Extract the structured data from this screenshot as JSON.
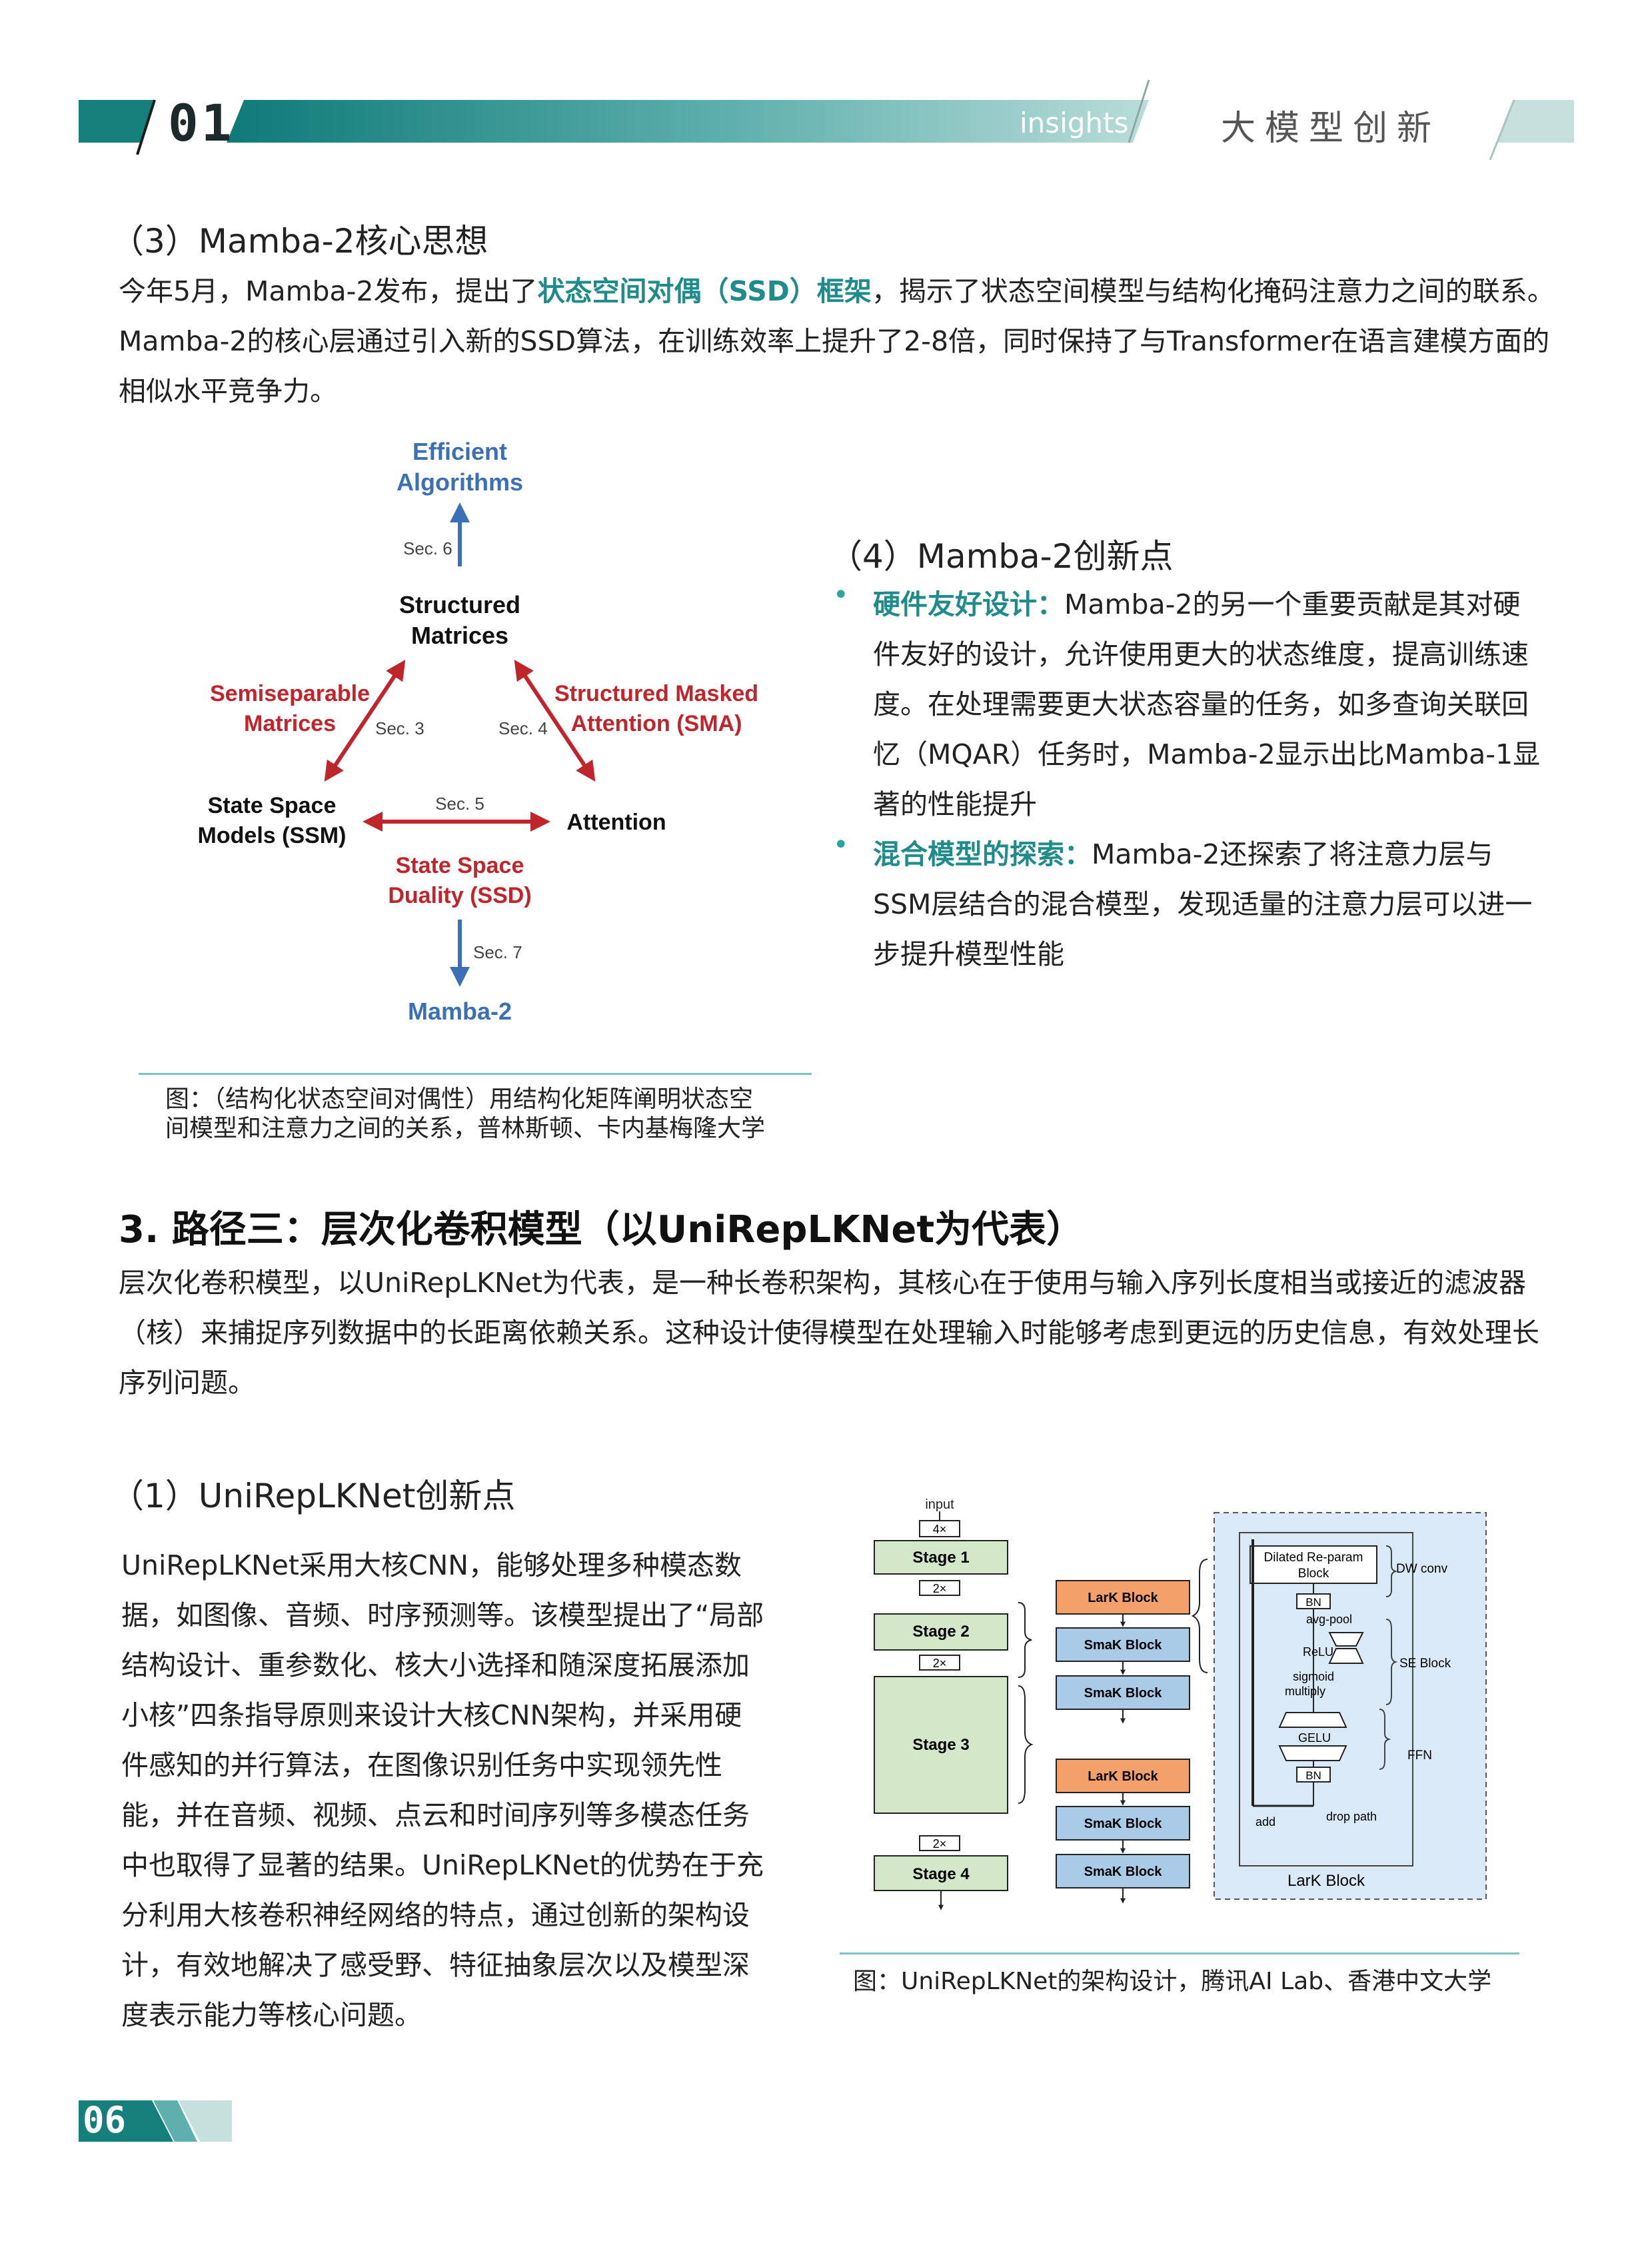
{
  "header": {
    "chapter_no": "01",
    "brand": "insights",
    "section_title": "大模型创新"
  },
  "mamba2_core": {
    "heading": "（3）Mamba-2核心思想",
    "para": {
      "p1": "今年5月，Mamba-2发布，提出了",
      "highlight": "状态空间对偶（SSD）框架",
      "p2": "，揭示了状态空间模型与结构化掩码注意力之间的联系。Mamba-2的核心层通过引入新的SSD算法，在训练效率上提升了2-8倍，同时保持了与Transformer在语言建模方面的相似水平竞争力。"
    }
  },
  "ssd_diagram": {
    "top": [
      "Efficient",
      "Algorithms"
    ],
    "center": [
      "Structured",
      "Matrices"
    ],
    "left_label": [
      "Semiseparable",
      "Matrices"
    ],
    "right_label": [
      "Structured Masked",
      "Attention (SMA)"
    ],
    "ssm": [
      "State Space",
      "Models (SSM)"
    ],
    "attention": "Attention",
    "duality": [
      "State Space",
      "Duality (SSD)"
    ],
    "bottom": "Mamba-2",
    "sec6": "Sec. 6",
    "sec3": "Sec. 3",
    "sec4": "Sec. 4",
    "sec5": "Sec. 5",
    "sec7": "Sec. 7",
    "red": "#c0252b",
    "blue": "#3b6fb6"
  },
  "ssd_caption": {
    "line1": "图：（结构化状态空间对偶性）用结构化矩阵阐明状态空",
    "line2": "间模型和注意力之间的关系，普林斯顿、卡内基梅隆大学"
  },
  "mamba2_innov": {
    "heading": "（4）Mamba-2创新点",
    "bullets": [
      {
        "label": "硬件友好设计：",
        "text": "Mamba-2的另一个重要贡献是其对硬件友好的设计，允许使用更大的状态维度，提高训练速度。在处理需要更大状态容量的任务，如多查询关联回忆（MQAR）任务时，Mamba-2显示出比Mamba-1显著的性能提升"
      },
      {
        "label": "混合模型的探索：",
        "text": "Mamba-2还探索了将注意力层与SSM层结合的混合模型，发现适量的注意力层可以进一步提升模型性能"
      }
    ]
  },
  "path3": {
    "heading": "3. 路径三：层次化卷积模型（以UniRepLKNet为代表）",
    "para": "层次化卷积模型，以UniRepLKNet为代表，是一种长卷积架构，其核心在于使用与输入序列长度相当或接近的滤波器（核）来捕捉序列数据中的长距离依赖关系。这种设计使得模型在处理输入时能够考虑到更远的历史信息，有效处理长序列问题。"
  },
  "unirep": {
    "heading": "（1）UniRepLKNet创新点",
    "para": "UniRepLKNet采用大核CNN，能够处理多种模态数据，如图像、音频、时序预测等。该模型提出了“局部结构设计、重参数化、核大小选择和随深度拓展添加小核”四条指导原则来设计大核CNN架构，并采用硬件感知的并行算法，在图像识别任务中实现领先性能，并在音频、视频、点云和时间序列等多模态任务中也取得了显著的结果。UniRepLKNet的优势在于充分利用大核卷积神经网络的特点，通过创新的架构设计，有效地解决了感受野、特征抽象层次以及模型深度表示能力等核心问题。"
  },
  "arch_diagram": {
    "input": "input",
    "ds": "4×",
    "ds2": "2×",
    "stages": [
      "Stage 1",
      "Stage 2",
      "Stage 3",
      "Stage 4"
    ],
    "lark": "LarK Block",
    "smak": "SmaK Block",
    "dilated": [
      "Dilated Re-param",
      "Block"
    ],
    "dw_conv": "DW conv",
    "bn": "BN",
    "avg_pool": "avg-pool",
    "relu": "ReLU",
    "sigmoid": "sigmoid",
    "multiply": "multiply",
    "se_block": "SE Block",
    "gelu": "GELU",
    "ffn": "FFN",
    "add": "add",
    "drop_path": "drop path",
    "caption_lark": "LarK Block",
    "green": "#d3e8c8",
    "orange": "#f4a06a",
    "lightblue": "#a9cbe8"
  },
  "arch_caption": "图：UniRepLKNet的架构设计，腾讯AI Lab、香港中文大学",
  "footer": {
    "page_no": "06"
  }
}
